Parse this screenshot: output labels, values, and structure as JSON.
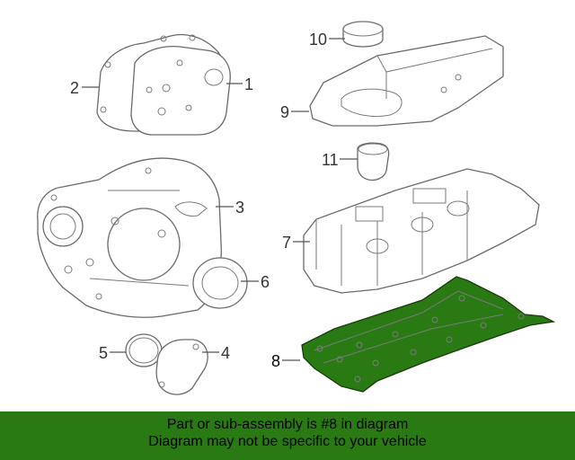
{
  "callouts": {
    "p1": "1",
    "p2": "2",
    "p3": "3",
    "p4": "4",
    "p5": "5",
    "p6": "6",
    "p7": "7",
    "p8": "8",
    "p9": "9",
    "p10": "10",
    "p11": "11"
  },
  "highlight_color": "#2a7a14",
  "banner": {
    "line1": "Part or sub-assembly is #8 in diagram",
    "line2": "Diagram may not be specific to your vehicle"
  }
}
